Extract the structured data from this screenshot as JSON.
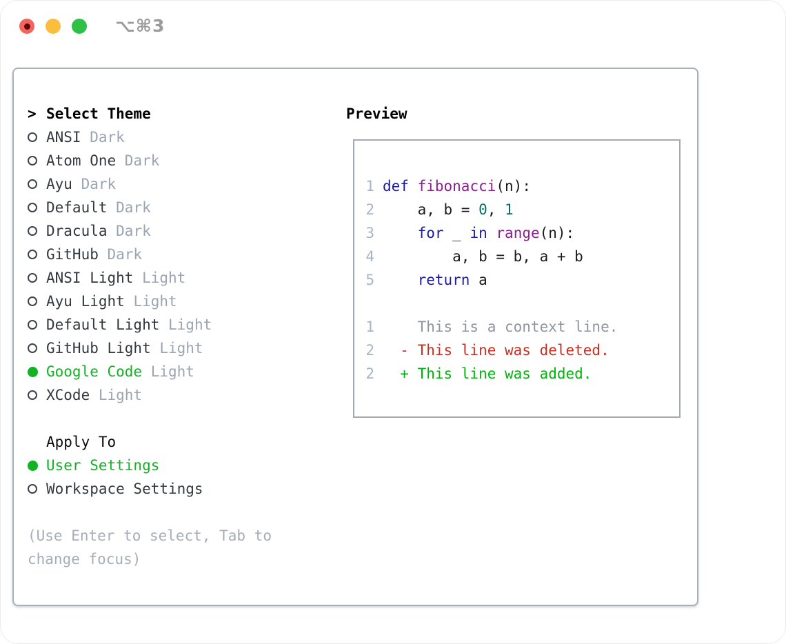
{
  "window": {
    "title": "⌥⌘3",
    "traffic_lights": {
      "close": "close-button",
      "minimize": "minimize-button",
      "zoom": "zoom-button"
    }
  },
  "theme_selector": {
    "header_prefix": ">",
    "header": "Select Theme",
    "items": [
      {
        "name": "ANSI",
        "variant": "Dark",
        "selected": false
      },
      {
        "name": "Atom One",
        "variant": "Dark",
        "selected": false
      },
      {
        "name": "Ayu",
        "variant": "Dark",
        "selected": false
      },
      {
        "name": "Default",
        "variant": "Dark",
        "selected": false
      },
      {
        "name": "Dracula",
        "variant": "Dark",
        "selected": false
      },
      {
        "name": "GitHub",
        "variant": "Dark",
        "selected": false
      },
      {
        "name": "ANSI Light",
        "variant": "Light",
        "selected": false
      },
      {
        "name": "Ayu Light",
        "variant": "Light",
        "selected": false
      },
      {
        "name": "Default Light",
        "variant": "Light",
        "selected": false
      },
      {
        "name": "GitHub Light",
        "variant": "Light",
        "selected": false
      },
      {
        "name": "Google Code",
        "variant": "Light",
        "selected": true
      },
      {
        "name": "XCode",
        "variant": "Light",
        "selected": false
      }
    ]
  },
  "apply_to": {
    "header": "Apply To",
    "options": [
      {
        "label": "User Settings",
        "selected": true
      },
      {
        "label": "Workspace Settings",
        "selected": false
      }
    ]
  },
  "hint": "(Use Enter to select, Tab to change focus)",
  "preview": {
    "title": "Preview",
    "code_lines": [
      {
        "number": "1",
        "tokens": [
          {
            "text": "def",
            "type": "keyword"
          },
          {
            "text": " ",
            "type": "plain"
          },
          {
            "text": "fibonacci",
            "type": "function"
          },
          {
            "text": "(n):",
            "type": "plain"
          }
        ]
      },
      {
        "number": "2",
        "tokens": [
          {
            "text": "    a, b = ",
            "type": "plain"
          },
          {
            "text": "0",
            "type": "number"
          },
          {
            "text": ", ",
            "type": "plain"
          },
          {
            "text": "1",
            "type": "number"
          }
        ]
      },
      {
        "number": "3",
        "tokens": [
          {
            "text": "    ",
            "type": "plain"
          },
          {
            "text": "for",
            "type": "keyword"
          },
          {
            "text": " _ ",
            "type": "plain"
          },
          {
            "text": "in",
            "type": "keyword"
          },
          {
            "text": " ",
            "type": "plain"
          },
          {
            "text": "range",
            "type": "function"
          },
          {
            "text": "(n):",
            "type": "plain"
          }
        ]
      },
      {
        "number": "4",
        "tokens": [
          {
            "text": "        a, b = b, a + b",
            "type": "plain"
          }
        ]
      },
      {
        "number": "5",
        "tokens": [
          {
            "text": "    ",
            "type": "plain"
          },
          {
            "text": "return",
            "type": "keyword"
          },
          {
            "text": " a",
            "type": "plain"
          }
        ]
      }
    ],
    "diff_lines": [
      {
        "number": "1",
        "text": "    This is a context line.",
        "type": "context"
      },
      {
        "number": "2",
        "text": "  - This line was deleted.",
        "type": "deleted"
      },
      {
        "number": "2",
        "text": "  + This line was added.",
        "type": "added"
      }
    ]
  },
  "colors": {
    "keyword": "#1c1c9e",
    "function": "#882288",
    "number": "#066c6c",
    "context": "#8f959d",
    "deleted": "#c62f21",
    "added": "#00b40c",
    "selected": "#11b224",
    "close_red": "#f4645f",
    "minimize_yellow": "#fbbd3e",
    "zoom_green": "#2ec146"
  }
}
